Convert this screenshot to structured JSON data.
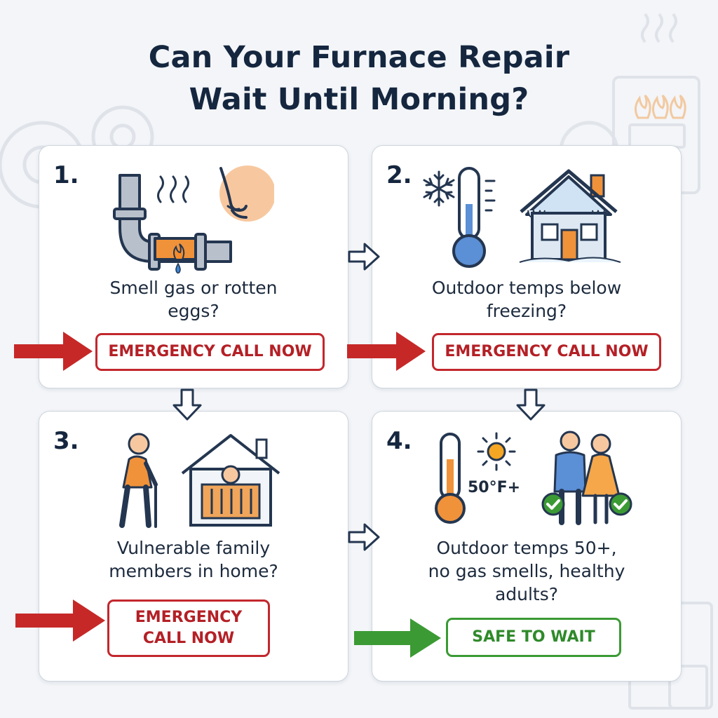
{
  "title": {
    "line1": "Can Your Furnace Repair",
    "line2": "Wait Until Morning?"
  },
  "colors": {
    "emergency": "#c2272d",
    "safe": "#3b9a34",
    "navy": "#15263f",
    "orange": "#f0923a",
    "blue": "#5b8fd6"
  },
  "cards": [
    {
      "number": "1.",
      "question_line1": "Smell gas or rotten",
      "question_line2": "eggs?",
      "action_line1": "EMERGENCY CALL NOW",
      "status": "emergency",
      "icons": [
        "gas-pipe-icon",
        "nose-icon"
      ]
    },
    {
      "number": "2.",
      "question_line1": "Outdoor temps below",
      "question_line2": "freezing?",
      "action_line1": "EMERGENCY CALL NOW",
      "status": "emergency",
      "icons": [
        "snowflake-icon",
        "thermometer-icon",
        "frozen-house-icon"
      ]
    },
    {
      "number": "3.",
      "question_line1": "Vulnerable family",
      "question_line2": "members in home?",
      "action_line1": "EMERGENCY",
      "action_line2": "CALL NOW",
      "status": "emergency",
      "icons": [
        "elderly-person-icon",
        "baby-crib-house-icon"
      ]
    },
    {
      "number": "4.",
      "question_line1": "Outdoor temps 50+,",
      "question_line2": "no gas smells, healthy",
      "question_line3": "adults?",
      "temperature_label": "50°F+",
      "action_line1": "SAFE TO WAIT",
      "status": "safe",
      "icons": [
        "thermometer-icon",
        "sun-icon",
        "healthy-adults-icon"
      ]
    }
  ]
}
